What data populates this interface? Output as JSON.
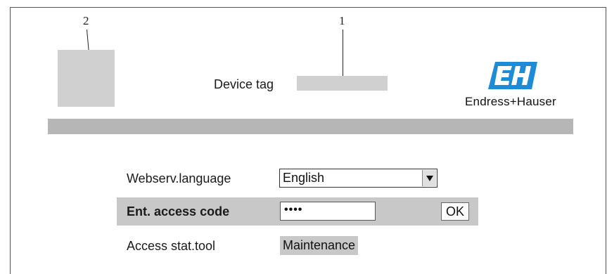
{
  "callouts": {
    "label_1": "1",
    "label_2": "2"
  },
  "header": {
    "device_tag_label": "Device tag",
    "device_tag_value": "",
    "brand_name": "Endress+Hauser",
    "logo_icon": "eh-logo-icon",
    "brand_color": "#1e8bd6"
  },
  "form": {
    "language_label": "Webserv.language",
    "language_value": "English",
    "access_code_label": "Ent. access code",
    "access_code_value": "••••",
    "ok_label": "OK",
    "access_status_label": "Access stat.tool",
    "access_status_value": "Maintenance"
  },
  "colors": {
    "placeholder_gray": "#d0d0d0",
    "bar_gray": "#b6b6b6",
    "highlight_row": "#c8c8c8"
  }
}
